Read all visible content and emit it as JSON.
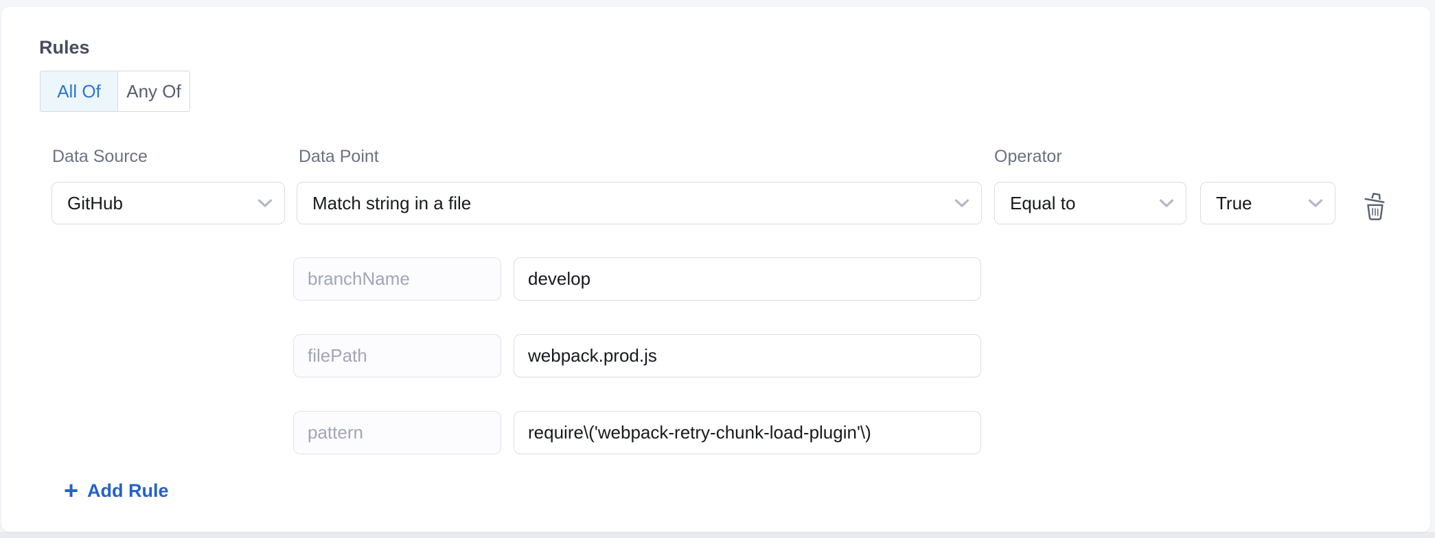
{
  "rules": {
    "title": "Rules",
    "toggle": {
      "all_of": "All Of",
      "any_of": "Any Of",
      "selected": "All Of"
    },
    "columns": {
      "data_source_label": "Data Source",
      "data_point_label": "Data Point",
      "operator_label": "Operator"
    },
    "rule": {
      "data_source": "GitHub",
      "data_point": "Match string in a file",
      "operator": "Equal to",
      "operand": "True",
      "params": [
        {
          "key": "branchName",
          "value": "develop"
        },
        {
          "key": "filePath",
          "value": "webpack.prod.js"
        },
        {
          "key": "pattern",
          "value": "require\\('webpack-retry-chunk-load-plugin'\\)"
        }
      ]
    },
    "add_rule_label": "Add Rule"
  },
  "icons": {
    "chevron_down": "chevron-down-icon",
    "trash": "trash-icon",
    "plus": "plus-icon"
  },
  "colors": {
    "accent_blue": "#2361cc",
    "toggle_selected_bg": "#edf6fb",
    "toggle_selected_text": "#2b77cf",
    "page_background": "#f4f6fa",
    "card_background": "#ffffff",
    "control_border": "#dadce5",
    "label_gray": "#6b7183",
    "param_key_text": "#a1a5b7",
    "icon_gray": "#5b6173"
  }
}
